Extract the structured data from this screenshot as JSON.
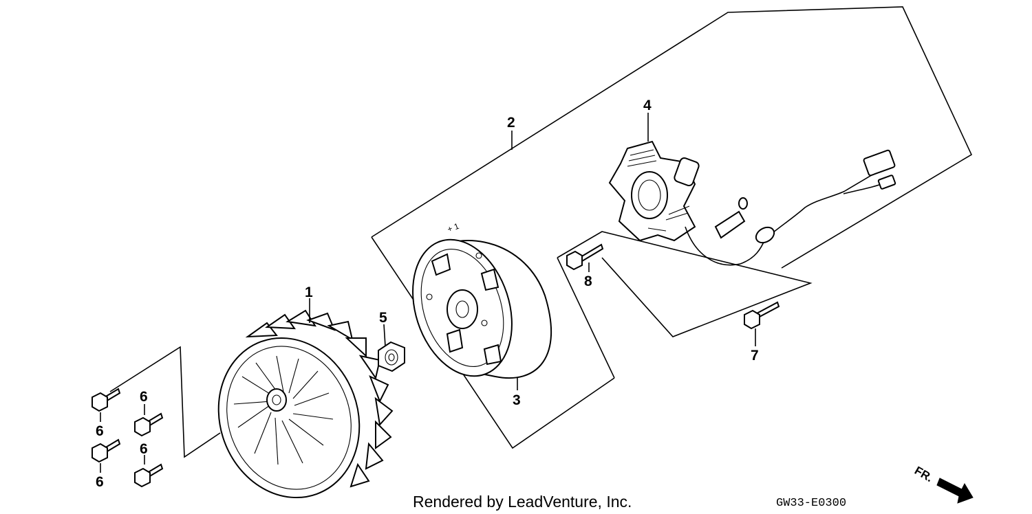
{
  "diagram": {
    "callouts": {
      "part1": "1",
      "part2": "2",
      "part3": "3",
      "part4": "4",
      "part5": "5",
      "part6_a": "6",
      "part6_b": "6",
      "part6_c": "6",
      "part6_d": "6",
      "part7": "7",
      "part8": "8"
    },
    "credit": "Rendered by LeadVenture, Inc.",
    "diagram_code": "GW33-E0300",
    "direction_label": "FR."
  }
}
